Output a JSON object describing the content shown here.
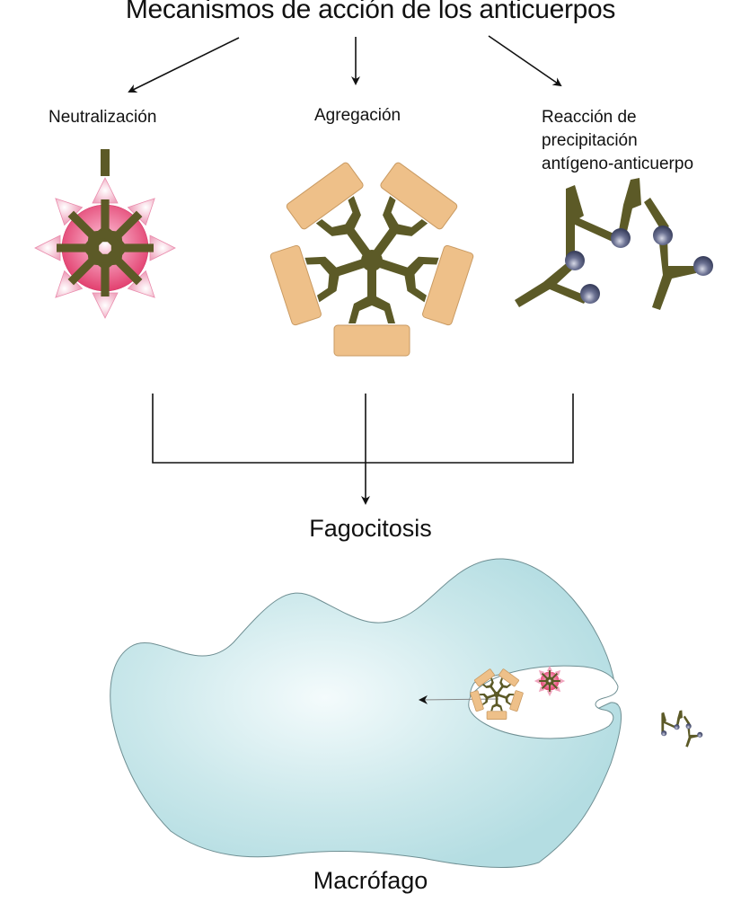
{
  "title": "Mecanismos de acción de los anticuerpos",
  "mechanisms": [
    {
      "id": "neutralization",
      "label": "Neutralización"
    },
    {
      "id": "aggregation",
      "label": "Agregación"
    },
    {
      "id": "precipitation",
      "label_lines": [
        "Reacción de",
        "precipitación",
        "antígeno-anticuerpo"
      ]
    }
  ],
  "outcome": "Fagocitosis",
  "cell": "Macrófago",
  "colors": {
    "antibody": "#5c5a27",
    "antigen_pink": "#e9497a",
    "antigen_pink_light": "#f4b7cb",
    "aggregated_antigen": "#eec089",
    "soluble_antigen": "#4e5578",
    "macrophage": "#bfe2e6",
    "lines": "#111111"
  }
}
